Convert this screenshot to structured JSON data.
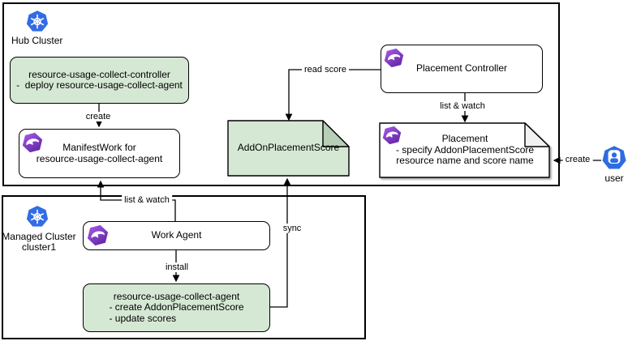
{
  "hub_cluster": {
    "label": "Hub Cluster",
    "controller_box": {
      "title": "resource-usage-collect-controller",
      "bullet": "-  deploy resource-usage-collect-agent"
    },
    "manifestwork_box": {
      "line1": "ManifestWork for",
      "line2": "resource-usage-collect-agent"
    },
    "addonplacementscore_box": {
      "label": "AddOnPlacementScore"
    },
    "placement_controller_box": {
      "label": "Placement Controller"
    },
    "placement_box": {
      "title": "Placement",
      "line2": "- specify AddonPlacementScore",
      "line3": "resource name and score name"
    }
  },
  "managed_cluster": {
    "label": "Managed Cluster",
    "name": "cluster1",
    "work_agent_box": {
      "label": "Work Agent"
    },
    "agent_box": {
      "title": "resource-usage-collect-agent",
      "bullet1": "- create AddonPlacementScore",
      "bullet2": "- update scores"
    }
  },
  "actor": {
    "label": "user"
  },
  "edges": {
    "create_manifestwork": "create",
    "list_watch_managed": "list & watch",
    "install": "install",
    "sync": "sync",
    "read_score": "read score",
    "list_watch_hub": "list & watch",
    "user_create": "create"
  },
  "icons": {
    "kubernetes": "kubernetes-logo",
    "ocm": "open-cluster-management-logo",
    "user": "person-badge"
  },
  "colors": {
    "stroke": "#000000",
    "box_green": "#d5e8d4",
    "green_fold": "#b7cfb6",
    "note_fold_gray": "#f2f2f2",
    "k8s_blue": "#326ce5",
    "user_blue": "#2e6ce1",
    "ocm_purple_light": "#a85ce8",
    "ocm_purple_dark": "#5c1f9e"
  }
}
